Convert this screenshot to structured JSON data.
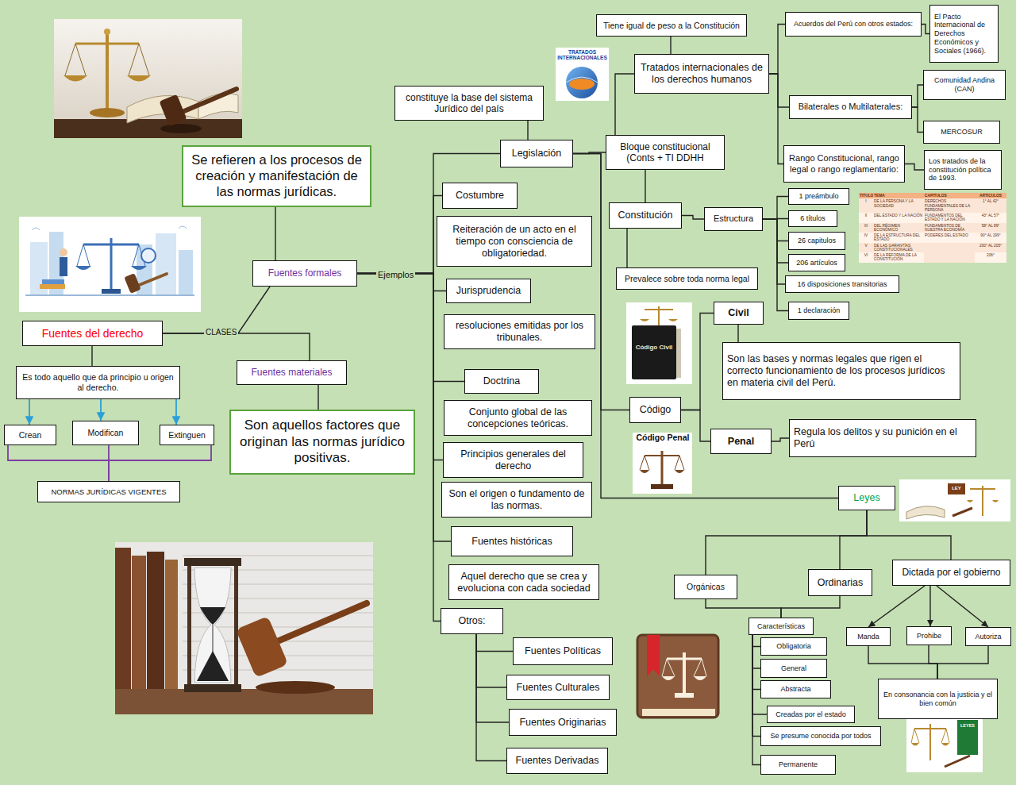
{
  "diagram": {
    "nodes": [
      {
        "text": [
          "Se refieren a los procesos de creación y manifestación de las normas jurídicas."
        ]
      },
      {
        "text": [
          "Fuentes formales"
        ]
      },
      {
        "text": [
          "Fuentes del derecho"
        ]
      },
      {
        "text": [
          "Fuentes materiales"
        ]
      },
      {
        "text": [
          "Son aquellos factores que originan las normas jurídico positivas."
        ]
      },
      {
        "text": [
          "Es todo aquello que da principio u origen al derecho."
        ]
      },
      {
        "text": [
          "Crean"
        ]
      },
      {
        "text": [
          "Modifican"
        ]
      },
      {
        "text": [
          "Extinguen"
        ]
      },
      {
        "text": [
          "NORMAS JURÍDICAS VIGENTES"
        ]
      },
      {
        "text": [
          "Legislación"
        ]
      },
      {
        "text": [
          "constituye la base del sistema Jurídico del país"
        ]
      },
      {
        "text": [
          "Costumbre"
        ]
      },
      {
        "text": [
          "Reiteración de un acto en el tiempo con consciencia de obligatoriedad."
        ]
      },
      {
        "text": [
          "Jurisprudencia"
        ]
      },
      {
        "text": [
          "resoluciones emitidas por los tribunales."
        ]
      },
      {
        "text": [
          "Doctrina"
        ]
      },
      {
        "text": [
          "Conjunto global de las concepciones teóricas."
        ]
      },
      {
        "text": [
          "Principios generales del derecho"
        ]
      },
      {
        "text": [
          "Son el origen o fundamento de las normas."
        ]
      },
      {
        "text": [
          "Fuentes históricas"
        ]
      },
      {
        "text": [
          "Aquel derecho que se crea y evoluciona con cada sociedad"
        ]
      },
      {
        "text": [
          "Otros:"
        ]
      },
      {
        "text": [
          "Fuentes Políticas"
        ]
      },
      {
        "text": [
          "Fuentes Culturales"
        ]
      },
      {
        "text": [
          "Fuentes Originarias"
        ]
      },
      {
        "text": [
          "Fuentes Derivadas"
        ]
      },
      {
        "text": [
          "Bloque constitucional (Conts + TI DDHH"
        ]
      },
      {
        "text": [
          "Tiene igual de peso a la Constitución"
        ]
      },
      {
        "text": [
          "Tratados internacionales de los derechos humanos"
        ]
      },
      {
        "text": [
          "Acuerdos del Perú con otros estados:"
        ]
      },
      {
        "text": [
          "El Pacto Internacional de Derechos Económicos y Sociales (1966)."
        ]
      },
      {
        "text": [
          "Bilaterales o Multilaterales:"
        ]
      },
      {
        "text": [
          "Comunidad Andina (CAN)"
        ]
      },
      {
        "text": [
          "MERCOSUR"
        ]
      },
      {
        "text": [
          "Rango Constitucional, rango legal o rango reglamentario:"
        ]
      },
      {
        "text": [
          "Los tratados de la constitución política de 1993."
        ]
      },
      {
        "text": [
          "Constitución"
        ]
      },
      {
        "text": [
          "Estructura"
        ]
      },
      {
        "text": [
          "1 preámbulo"
        ]
      },
      {
        "text": [
          "6 títulos"
        ]
      },
      {
        "text": [
          "26 capitulos"
        ]
      },
      {
        "text": [
          "206 artículos"
        ]
      },
      {
        "text": [
          "16 disposiciones transitorias"
        ]
      },
      {
        "text": [
          "1 declaración"
        ]
      },
      {
        "text": [
          "Prevalece sobre toda norma legal"
        ]
      },
      {
        "text": [
          "Civil"
        ]
      },
      {
        "text": [
          "Son las bases y normas legales que rigen el correcto funcionamiento de los procesos jurídicos en materia civil del Perú."
        ]
      },
      {
        "text": [
          "Código"
        ]
      },
      {
        "text": [
          "Penal"
        ]
      },
      {
        "text": [
          "Regula los delitos y su punición en el Perú"
        ]
      },
      {
        "text": [
          "Leyes"
        ]
      },
      {
        "text": [
          "Orgánicas"
        ]
      },
      {
        "text": [
          "Ordinarias"
        ]
      },
      {
        "text": [
          "Dictada por el gobierno"
        ]
      },
      {
        "text": [
          "Características"
        ]
      },
      {
        "text": [
          "Obligatoria"
        ]
      },
      {
        "text": [
          "General"
        ]
      },
      {
        "text": [
          "Abstracta"
        ]
      },
      {
        "text": [
          "Creadas por el estado"
        ]
      },
      {
        "text": [
          "Se presume conocida por todos"
        ]
      },
      {
        "text": [
          "Permanente"
        ]
      },
      {
        "text": [
          "Manda"
        ]
      },
      {
        "text": [
          "Prohibe"
        ]
      },
      {
        "text": [
          "Autoriza"
        ]
      },
      {
        "text": [
          "En consonancia con la justicia y el bien común"
        ]
      }
    ],
    "edges": [
      {
        "from": 1,
        "to": 0,
        "arrow": "none"
      },
      {
        "from": 2,
        "to": 1,
        "arrow": "none",
        "label": "CLASES"
      },
      {
        "from": 2,
        "to": 3,
        "arrow": "none"
      },
      {
        "from": 3,
        "to": 4,
        "arrow": "none"
      },
      {
        "from": 2,
        "to": 5,
        "arrow": "none"
      },
      {
        "from": 5,
        "to": 6,
        "arrow": "to"
      },
      {
        "from": 5,
        "to": 7,
        "arrow": "to"
      },
      {
        "from": 5,
        "to": 8,
        "arrow": "to"
      },
      {
        "from": 6,
        "to": 9,
        "arrow": "none"
      },
      {
        "from": 7,
        "to": 9,
        "arrow": "none"
      },
      {
        "from": 8,
        "to": 9,
        "arrow": "none"
      },
      {
        "from": 1,
        "to": 10,
        "arrow": "none",
        "label": "Ejemplos"
      },
      {
        "from": 1,
        "to": 12,
        "arrow": "none"
      },
      {
        "from": 1,
        "to": 14,
        "arrow": "none"
      },
      {
        "from": 1,
        "to": 16,
        "arrow": "none"
      },
      {
        "from": 1,
        "to": 18,
        "arrow": "none"
      },
      {
        "from": 1,
        "to": 20,
        "arrow": "none"
      },
      {
        "from": 1,
        "to": 22,
        "arrow": "none"
      },
      {
        "from": 22,
        "to": 23,
        "arrow": "none"
      },
      {
        "from": 22,
        "to": 24,
        "arrow": "none"
      },
      {
        "from": 22,
        "to": 25,
        "arrow": "none"
      },
      {
        "from": 22,
        "to": 26,
        "arrow": "none"
      },
      {
        "from": 10,
        "to": 11,
        "arrow": "none"
      },
      {
        "from": 10,
        "to": 27,
        "arrow": "none"
      },
      {
        "from": 27,
        "to": 29,
        "arrow": "none"
      },
      {
        "from": 29,
        "to": 28,
        "arrow": "none"
      },
      {
        "from": 29,
        "to": 30,
        "arrow": "none"
      },
      {
        "from": 29,
        "to": 32,
        "arrow": "none"
      },
      {
        "from": 29,
        "to": 35,
        "arrow": "none"
      },
      {
        "from": 30,
        "to": 31,
        "arrow": "none"
      },
      {
        "from": 32,
        "to": 33,
        "arrow": "none"
      },
      {
        "from": 32,
        "to": 34,
        "arrow": "none"
      },
      {
        "from": 35,
        "to": 36,
        "arrow": "none"
      },
      {
        "from": 27,
        "to": 37,
        "arrow": "none"
      },
      {
        "from": 37,
        "to": 38,
        "arrow": "none"
      },
      {
        "from": 38,
        "to": 39,
        "arrow": "none"
      },
      {
        "from": 38,
        "to": 40,
        "arrow": "none"
      },
      {
        "from": 38,
        "to": 41,
        "arrow": "none"
      },
      {
        "from": 38,
        "to": 42,
        "arrow": "none"
      },
      {
        "from": 38,
        "to": 43,
        "arrow": "none"
      },
      {
        "from": 38,
        "to": 44,
        "arrow": "none"
      },
      {
        "from": 37,
        "to": 45,
        "arrow": "none"
      },
      {
        "from": 10,
        "to": 48,
        "arrow": "none"
      },
      {
        "from": 48,
        "to": 46,
        "arrow": "none"
      },
      {
        "from": 46,
        "to": 47,
        "arrow": "none"
      },
      {
        "from": 48,
        "to": 49,
        "arrow": "none"
      },
      {
        "from": 49,
        "to": 50,
        "arrow": "none"
      },
      {
        "from": 10,
        "to": 51,
        "arrow": "none"
      },
      {
        "from": 51,
        "to": 52,
        "arrow": "none"
      },
      {
        "from": 51,
        "to": 53,
        "arrow": "none"
      },
      {
        "from": 51,
        "to": 54,
        "arrow": "none"
      },
      {
        "from": 52,
        "to": 55,
        "arrow": "none"
      },
      {
        "from": 53,
        "to": 55,
        "arrow": "none"
      },
      {
        "from": 55,
        "to": 56,
        "arrow": "none"
      },
      {
        "from": 55,
        "to": 57,
        "arrow": "none"
      },
      {
        "from": 55,
        "to": 58,
        "arrow": "none"
      },
      {
        "from": 55,
        "to": 59,
        "arrow": "none"
      },
      {
        "from": 55,
        "to": 60,
        "arrow": "none"
      },
      {
        "from": 55,
        "to": 61,
        "arrow": "none"
      },
      {
        "from": 54,
        "to": 62,
        "arrow": "to"
      },
      {
        "from": 54,
        "to": 63,
        "arrow": "to"
      },
      {
        "from": 54,
        "to": 64,
        "arrow": "to"
      },
      {
        "from": 62,
        "to": 65,
        "arrow": "none"
      },
      {
        "from": 63,
        "to": 65,
        "arrow": "none"
      },
      {
        "from": 64,
        "to": 65,
        "arrow": "none"
      }
    ],
    "labels": [
      "TRATADOS INTERNACIONALES",
      "Código Civil",
      "Código Penal",
      "LEY",
      "LEYES",
      "TITULO",
      "TEMA",
      "CAPITULOS",
      "ARTICULOS",
      "I",
      "DE LA PERSONA Y LA SOCIEDAD",
      "DERECHOS FUNDAMENTALES DE LA PERSONA",
      "1° AL 42°",
      "II",
      "DEL ESTADO Y LA NACIÓN",
      "FUNDAMENTOS DEL ESTADO Y LA NACIÓN",
      "43° AL 57°",
      "III",
      "DEL RÉGIMEN ECONÓMICO",
      "FUNDAMENTOS DE NUESTRA ECONOMÍA",
      "58° AL 89°",
      "IV",
      "DE LA ESTRUCTURA DEL ESTADO",
      "PODERES DEL ESTADO",
      "90° AL 199°",
      "V",
      "DE LAS GARANTÍAS CONSTITUCIONALES",
      "200° AL 205°",
      "VI",
      "DE LA REFORMA DE LA CONSTITUCIÓN",
      "206°"
    ]
  }
}
